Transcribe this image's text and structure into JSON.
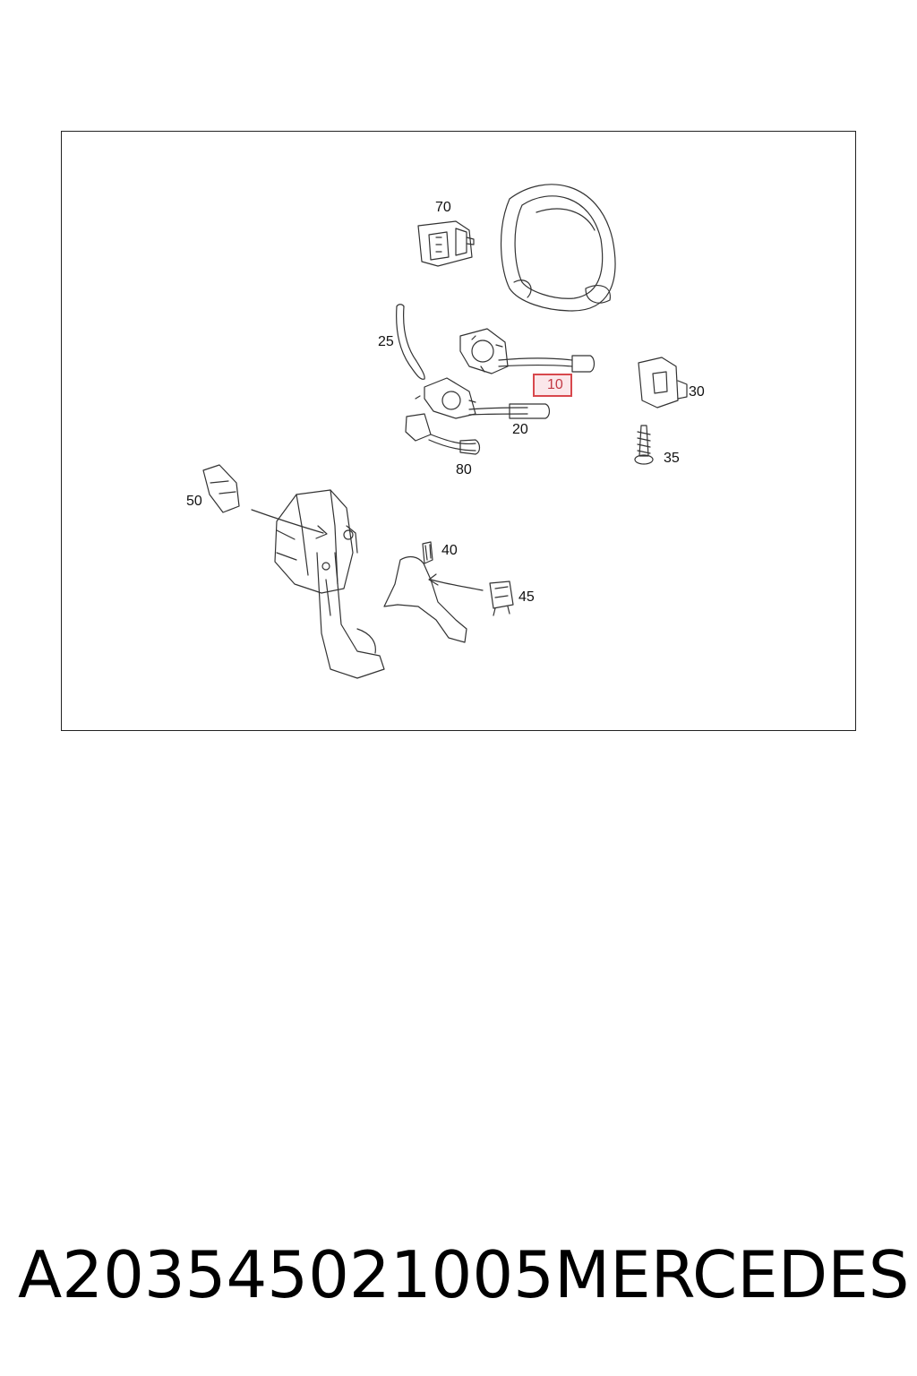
{
  "diagram": {
    "callouts": [
      {
        "id": "70",
        "label": "70",
        "highlighted": false
      },
      {
        "id": "25",
        "label": "25",
        "highlighted": false
      },
      {
        "id": "10",
        "label": "10",
        "highlighted": true
      },
      {
        "id": "30",
        "label": "30",
        "highlighted": false
      },
      {
        "id": "20",
        "label": "20",
        "highlighted": false
      },
      {
        "id": "35",
        "label": "35",
        "highlighted": false
      },
      {
        "id": "80",
        "label": "80",
        "highlighted": false
      },
      {
        "id": "50",
        "label": "50",
        "highlighted": false
      },
      {
        "id": "40",
        "label": "40",
        "highlighted": false
      },
      {
        "id": "45",
        "label": "45",
        "highlighted": false
      }
    ],
    "colors": {
      "line": "#333333",
      "highlight_border": "#d8484d",
      "highlight_fill": "#fbe7ea",
      "highlight_text": "#c23a45"
    }
  },
  "footer": {
    "part_number": "A203545021005",
    "brand": "MERCEDES"
  }
}
